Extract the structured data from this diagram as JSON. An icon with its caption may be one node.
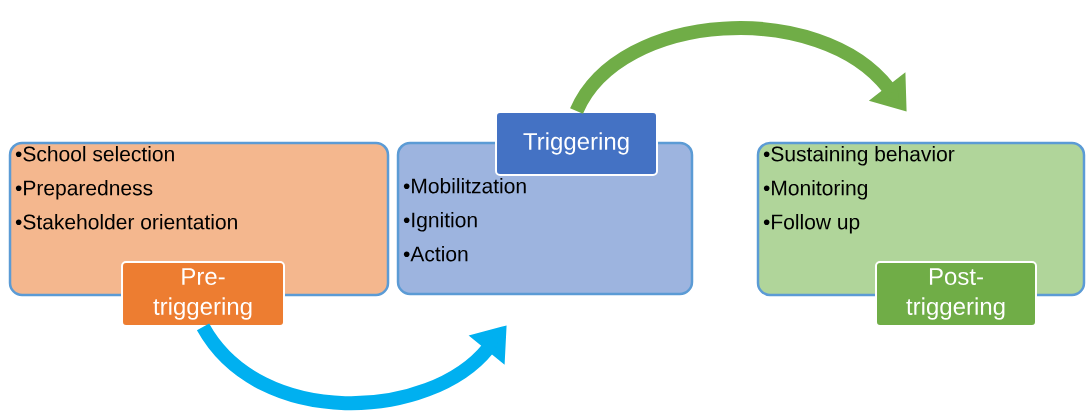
{
  "diagram": {
    "nodes": [
      {
        "text": [
          "•School selection",
          "•Preparedness",
          "•Stakeholder orientation"
        ]
      },
      {
        "text": [
          "Pre- triggering"
        ]
      },
      {
        "text": [
          "•Mobilitzation",
          "•Ignition",
          "•Action"
        ]
      },
      {
        "text": [
          "Triggering"
        ]
      },
      {
        "text": [
          "•Sustaining behavior",
          "•Monitoring",
          "•Follow up"
        ]
      },
      {
        "text": [
          "Post- triggering"
        ]
      }
    ],
    "edges": [
      {
        "from": 1,
        "to": 2,
        "arrow": "to",
        "color": "#00b0f0"
      },
      {
        "from": 3,
        "to": 4,
        "arrow": "to",
        "color": "#70ad47"
      }
    ]
  }
}
